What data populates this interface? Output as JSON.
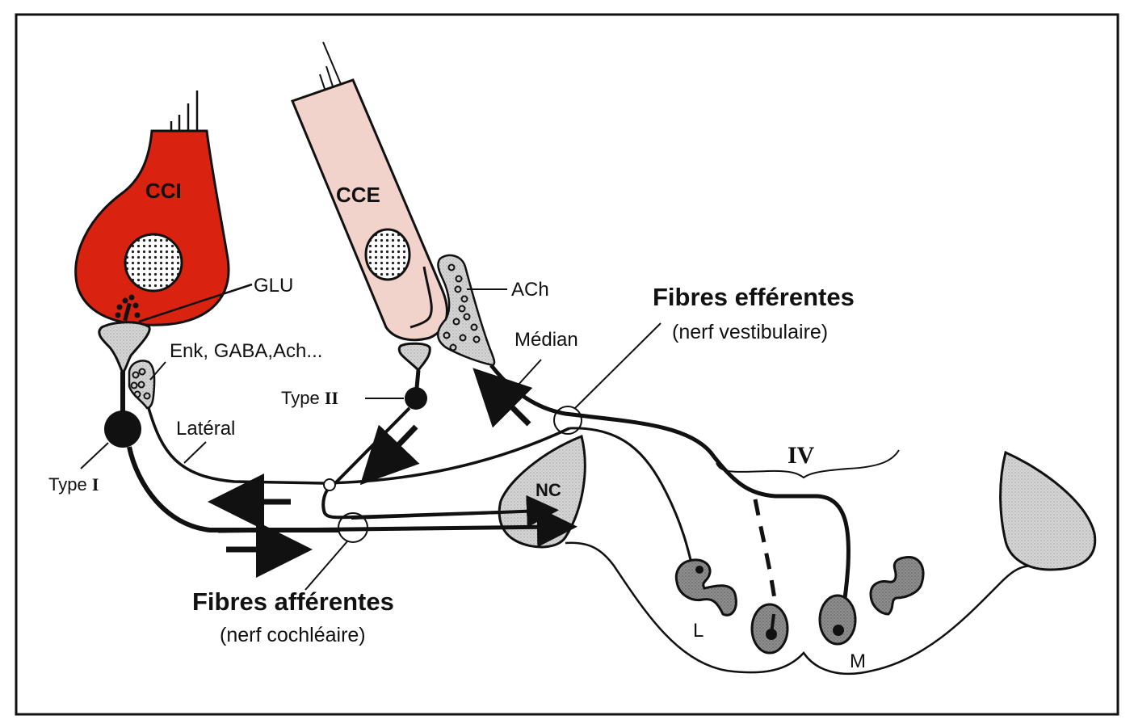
{
  "figure": {
    "colors": {
      "inner_hair_cell": "#d9220f",
      "outer_hair_cell": "#f2d3cb",
      "terminal_gray": "#d8d8d8",
      "nucleus_gray": "#8a8a8a",
      "ink": "#111111"
    },
    "cells": {
      "inner_hair_cell": "CCI",
      "outer_hair_cell": "CCE",
      "cochlear_nucleus": "NC"
    },
    "neurotransmitters": {
      "ihc": "GLU",
      "ohc_efferent": "ACh",
      "lateral_efferent": "Enk, GABA,Ach..."
    },
    "neurons": {
      "type1_prefix": "Type ",
      "type1_numeral": "I",
      "type2_prefix": "Type ",
      "type2_numeral": "II"
    },
    "pathways": {
      "lateral": "Latéral",
      "medial": "Médian"
    },
    "efferent": {
      "title": "Fibres efférentes",
      "subtitle": "(nerf vestibulaire)"
    },
    "afferent": {
      "title": "Fibres afférentes",
      "subtitle": "(nerf cochléaire)"
    },
    "brainstem": {
      "ventricle": "IV",
      "lateral_nucleus": "L",
      "medial_nucleus": "M"
    }
  }
}
